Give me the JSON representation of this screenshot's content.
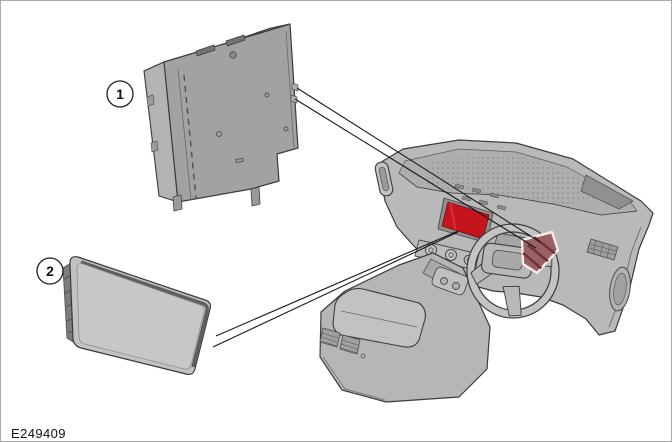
{
  "figure": {
    "reference_code": "E249409",
    "callouts": [
      {
        "label": "1"
      },
      {
        "label": "2"
      }
    ]
  },
  "icons": {
    "callout_1": "callout-circle-1",
    "callout_2": "callout-circle-2"
  },
  "colors": {
    "background": "#ffffff",
    "outline": "#3c3c3c",
    "leader_line": "#1a1a1a",
    "metal_light": "#c3c3c3",
    "metal_mid": "#b0b0b0",
    "metal_dark": "#8e8e8e",
    "display_highlight_red": "#c4151c",
    "display_highlight_red_dark": "#96080f",
    "module_highlight_fill": "#9a6165",
    "module_highlight_stripe": "#6e3339",
    "module_highlight_outline": "#f2ece9"
  }
}
